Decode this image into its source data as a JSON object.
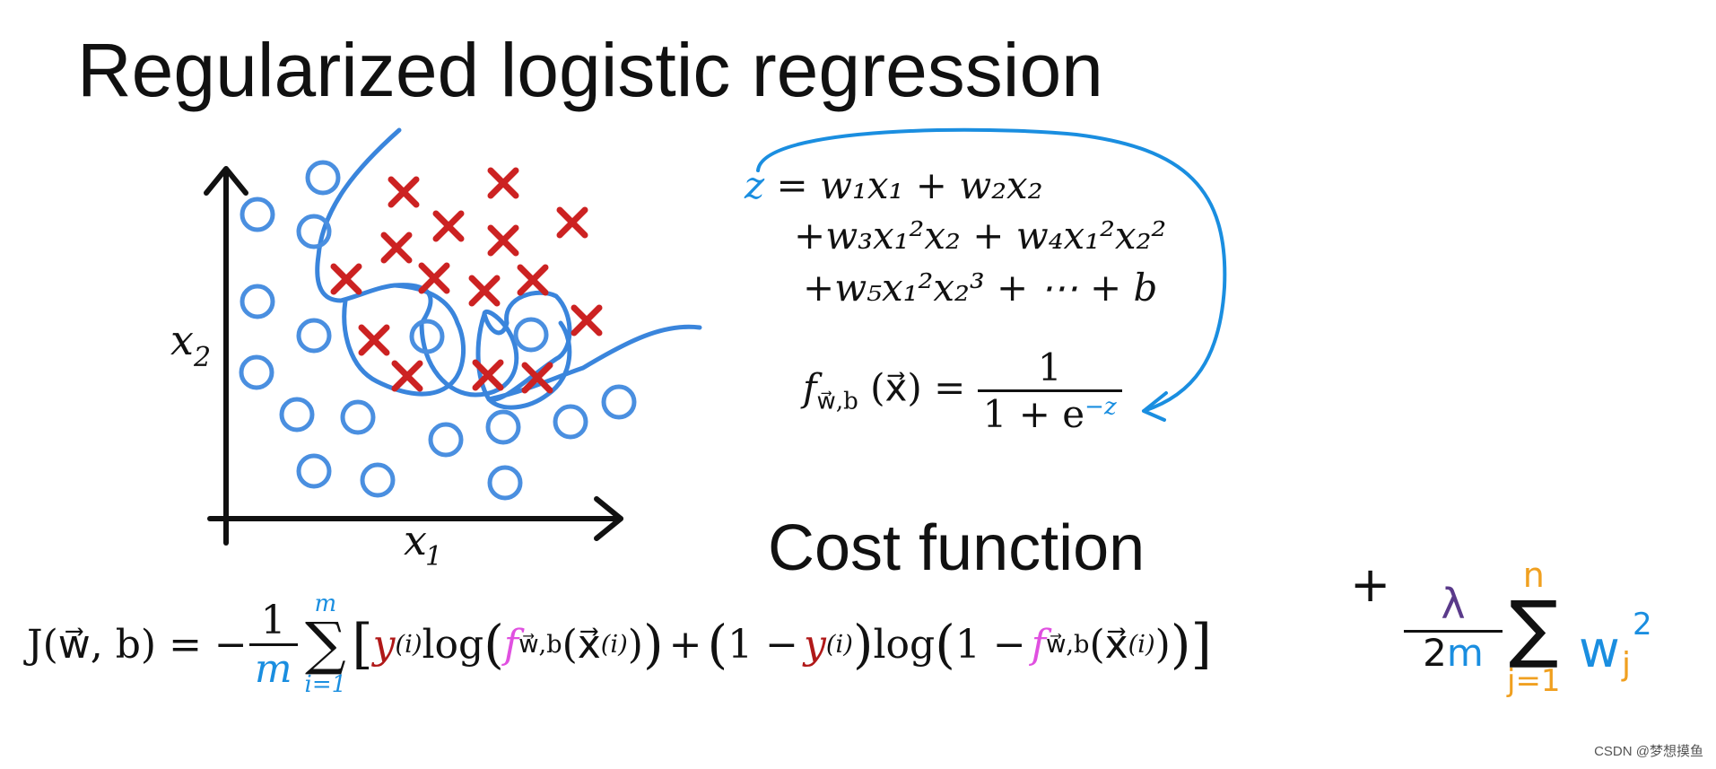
{
  "title": "Regularized logistic regression",
  "section_title": "Cost function",
  "watermark": "CSDN @梦想摸鱼",
  "plot": {
    "x_axis_label": "x",
    "x_axis_sub": "1",
    "y_axis_label": "x",
    "y_axis_sub": "2",
    "circle_color": "#4a8fe0",
    "cross_color": "#cc2222",
    "boundary_color": "#3a85dc"
  },
  "z_equation": {
    "lhs": "z",
    "line1": "= w₁x₁ + w₂x₂",
    "line2": "+w₃x₁²x₂ + w₄x₁²x₂²",
    "line3": "+w₅x₁²x₂³ + ⋯ + b",
    "arrow_color": "#1a8ee0"
  },
  "f_equation": {
    "lhs": "f",
    "lhs_sub": "w⃗,b",
    "lhs_arg": "(x⃗) =",
    "numerator": "1",
    "denominator": "1 + e",
    "exponent": "−z"
  },
  "cost": {
    "lhs": "J(w⃗, b) = −",
    "frac_num": "1",
    "frac_den": "m",
    "sum_top": "m",
    "sum_bottom": "i=1",
    "term1": "[y",
    "idx": "(i)",
    "log": "log",
    "f": "f",
    "f_sub": "w⃗,b",
    "x_arg": "x⃗",
    "plus": "+ (1 −",
    "one_minus": "(1 −",
    "end": ")]",
    "reg_plus": "+",
    "reg_num": "λ",
    "reg_den_2": "2",
    "reg_den_m": "m",
    "reg_sum_top": "n",
    "reg_sum_bottom": "j=1",
    "reg_w": "w",
    "reg_w_sub": "j",
    "reg_w_sup": "2",
    "colors": {
      "y": "#b01818",
      "f": "#e050e0",
      "blue": "#1a8ee0",
      "orange": "#f0a020",
      "purple": "#5a3a8a"
    }
  }
}
